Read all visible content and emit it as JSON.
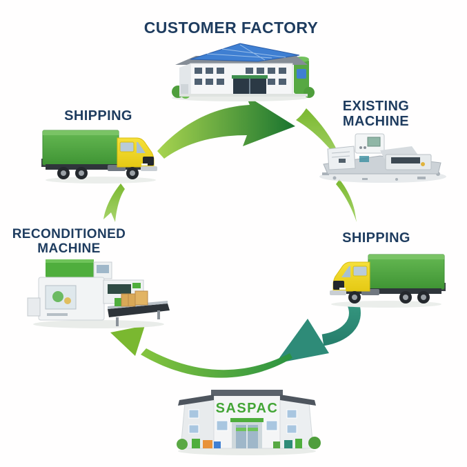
{
  "page": {
    "background": "#ffffff"
  },
  "diagram": {
    "type": "cycle",
    "nodes": {
      "customer_factory": {
        "label": "CUSTOMER FACTORY",
        "illustration": "factory-building-icon"
      },
      "shipping_left": {
        "label": "SHIPPING",
        "illustration": "delivery-truck-icon"
      },
      "existing_machine": {
        "label_line1": "EXISTING",
        "label_line2": "MACHINE",
        "illustration": "dismantled-machine-icon"
      },
      "shipping_right": {
        "label": "SHIPPING",
        "illustration": "delivery-truck-icon"
      },
      "saspac": {
        "sign": "SASPAC",
        "illustration": "saspac-building-icon"
      },
      "reconditioned_machine": {
        "label_line1": "RECONDITIONED",
        "label_line2": "MACHINE",
        "illustration": "packaging-machine-icon"
      }
    },
    "arrows": {
      "top": {
        "name": "arrow-shipping-to-existing-machine",
        "style": "green-gradient"
      },
      "top_right": {
        "name": "arrow-into-existing-machine",
        "style": "light-green"
      },
      "right": {
        "name": "arrow-existing-machine-to-shipping",
        "style": "light-green"
      },
      "bottom_right": {
        "name": "arrow-shipping-to-saspac",
        "style": "teal"
      },
      "bottom": {
        "name": "arrow-saspac-to-reconditioned-machine",
        "style": "green-gradient"
      },
      "left": {
        "name": "arrow-reconditioned-machine-to-shipping",
        "style": "light-green"
      }
    },
    "colors": {
      "label_text": "#1e3c5f",
      "saspac_sign": "#43a536",
      "arrow_light_green": "#8dc63f",
      "arrow_dark_green": "#1e7e35",
      "arrow_teal": "#2e8b78",
      "truck_green": "#4fa23f",
      "truck_yellow": "#efd51c",
      "solar_roof_blue": "#3f7fd2"
    }
  }
}
